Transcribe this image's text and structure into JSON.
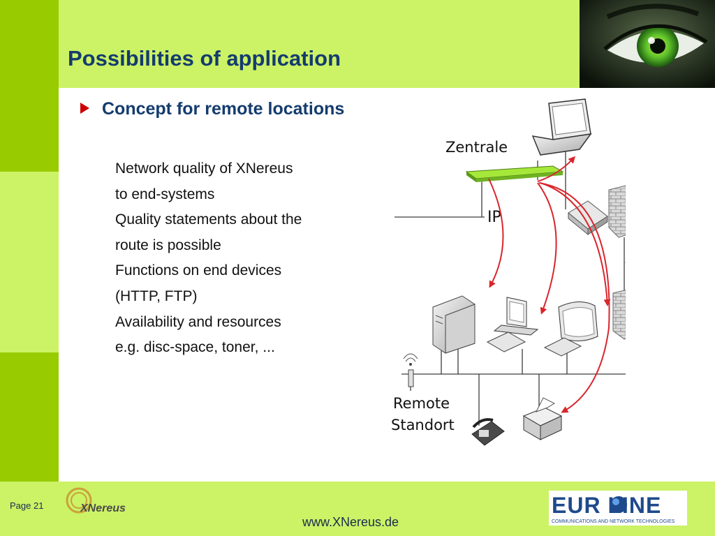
{
  "slide": {
    "title": "Possibilities of application",
    "bullet_heading": "Concept for remote locations",
    "sub_lines": [
      "Network quality of XNereus",
      "to end-systems",
      "Quality statements about the",
      "route is possible",
      "Functions on end devices",
      "(HTTP, FTP)",
      "Availability and resources",
      "e.g. disc-space, toner, ..."
    ]
  },
  "diagram": {
    "label_central": "Zentrale",
    "label_ip": "IP",
    "label_remote_line1": "Remote",
    "label_remote_line2": "Standort"
  },
  "footer": {
    "page": "Page 21",
    "url": "www.XNereus.de",
    "xnereus_logo_text": "XNereus",
    "euroline_logo_text": "EUR LINE",
    "euroline_tagline": "COMMUNICATIONS AND NETWORK TECHNOLOGIES"
  },
  "colors": {
    "primary_green": "#99cc00",
    "light_green": "#ccf266",
    "title_blue": "#143c6e",
    "bullet_red": "#cc0000",
    "arrow_red": "#d8262c"
  },
  "icons": [
    "play-bullet-icon",
    "eye-photo",
    "laptop-icon",
    "server-appliance-icon",
    "network-switch-icon",
    "firewall-icon",
    "lightning-icon",
    "tower-server-icon",
    "desktop-computer-icon",
    "monitor-icon",
    "wireless-antenna-icon",
    "telephone-icon",
    "printer-icon"
  ]
}
